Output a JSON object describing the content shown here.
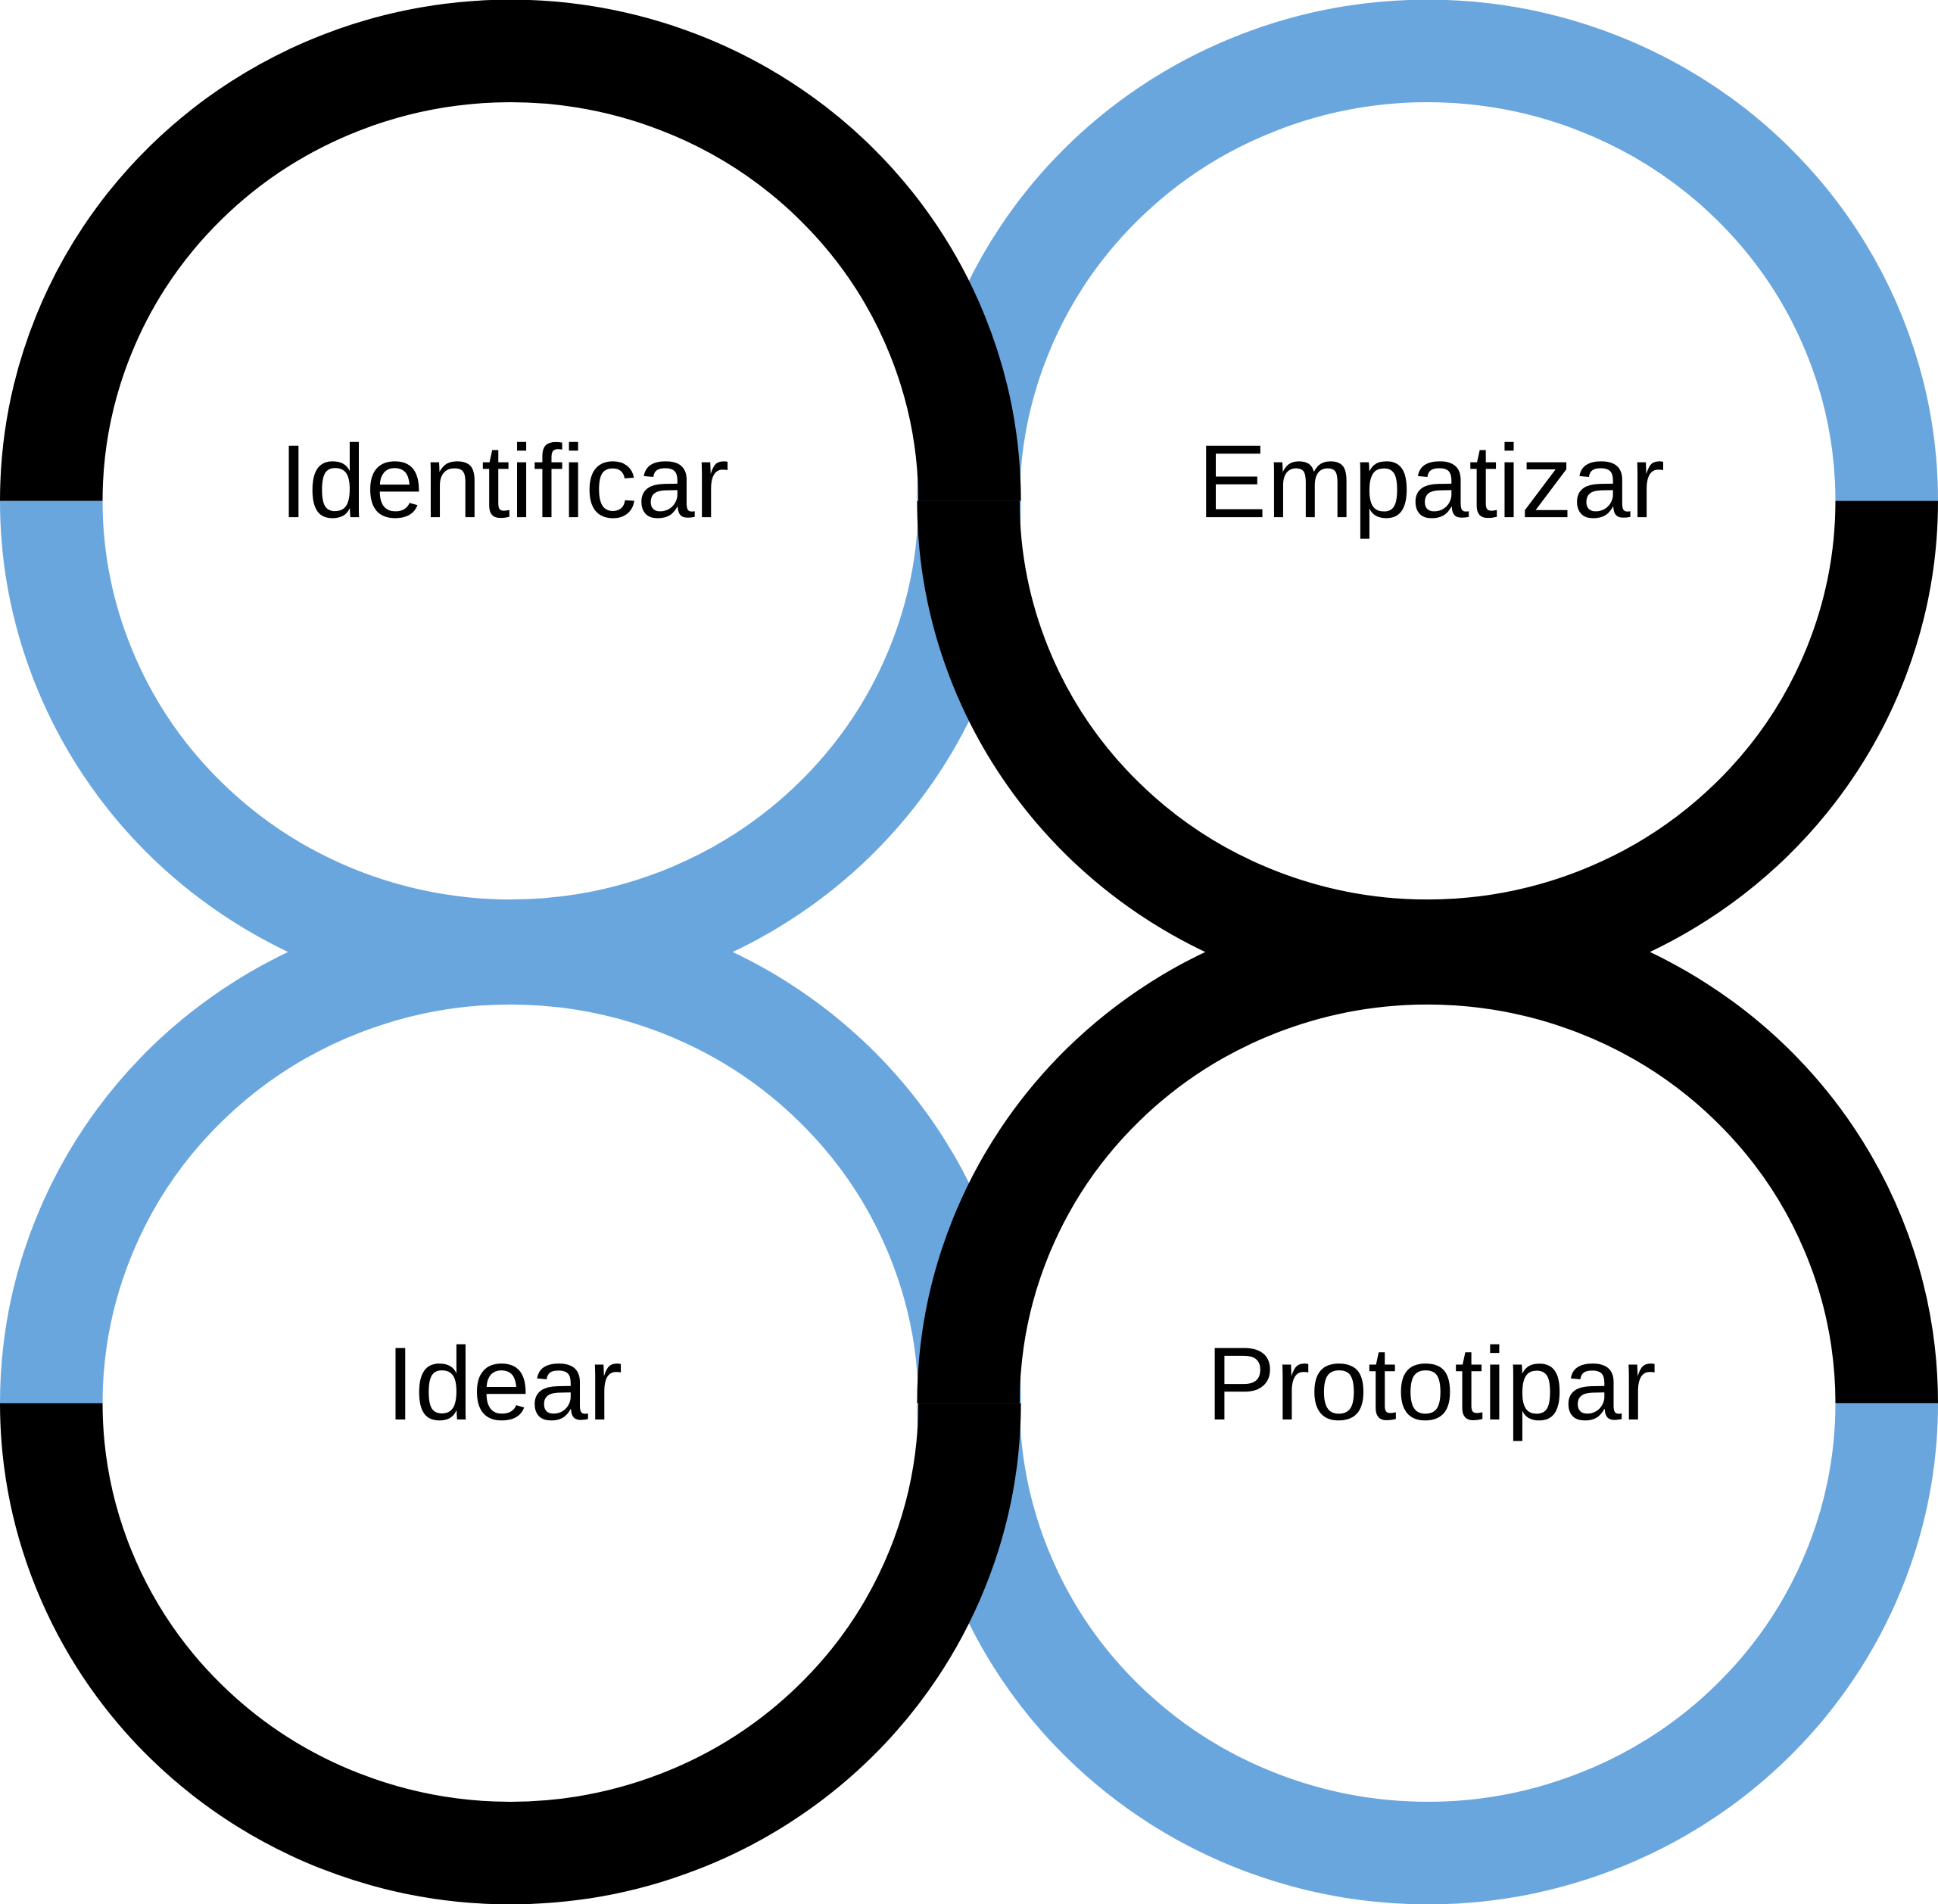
{
  "colors": {
    "black": "#000000",
    "blue": "#6aa6de"
  },
  "stages": [
    {
      "label": "Identificar",
      "top_color": "black",
      "bottom_color": "blue"
    },
    {
      "label": "Empatizar",
      "top_color": "blue",
      "bottom_color": "black"
    },
    {
      "label": "Idear",
      "top_color": "blue",
      "bottom_color": "black"
    },
    {
      "label": "Prototipar",
      "top_color": "black",
      "bottom_color": "blue"
    }
  ]
}
